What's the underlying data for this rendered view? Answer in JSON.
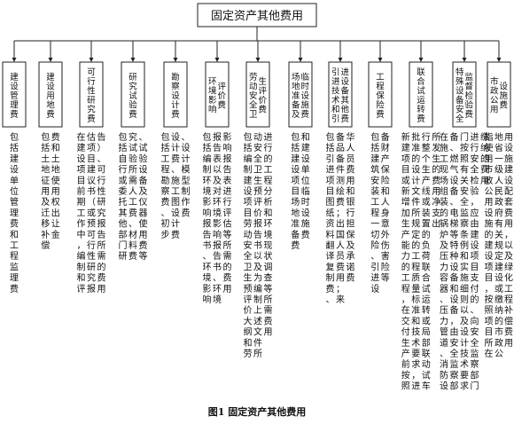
{
  "root": {
    "label": "固定资产其他费用"
  },
  "caption": "图1 固定资产其他费用",
  "categories": [
    {
      "key": "jsgl",
      "label": "建设管理费",
      "desc": [
        [
          "包括建设单位管理费和工程监理费"
        ]
      ]
    },
    {
      "key": "jsyd",
      "label": "建设用地费",
      "desc": [
        [
          "包括土地征用及迁移补偿费和土地使用权出让金"
        ]
      ]
    },
    {
      "key": "kxx",
      "label": "可行性研究费",
      "desc": [
        [
          "在建设项目前期工作中，编制和评估项目建议书（或预可行性研究报告）、可行性研究报告所需的费用"
        ]
      ]
    },
    {
      "key": "yjsy",
      "label": "研究试验费",
      "desc": [
        [
          "包括自行或委托其他部门研究试验所需人工费、材料费、试验设备及仪器使用费等"
        ]
      ]
    },
    {
      "key": "kcsj",
      "label": "勘察设计费",
      "desc": [
        [
          "包括工程勘察费、初步设计费、施工图设计费、设计模型制作费"
        ]
      ]
    },
    {
      "key": "hjyx",
      "label": "环境影响评价费",
      "desc": [
        [
          "包括编制环境影响报告书、环境影响报告表以及对环境影响报告书、环境影响报告表进行评估等所需的费用"
        ]
      ]
    },
    {
      "key": "ldaq",
      "label": "劳动安全卫生评价费",
      "desc": [
        [
          "包括编制建设项目劳动安全卫生预评价大纲和劳动安全卫生预评价报告书以及为编制上述文件所进行的工程分析和环境现状调查等所需费用"
        ]
      ]
    },
    {
      "key": "cdzb",
      "label": "场地准备及临时设施费",
      "desc": [
        [
          "包括建设项目场地准备费和建设单位临时设施费"
        ]
      ]
    },
    {
      "key": "yjjs",
      "label": "引进技术和引进设备其他费",
      "desc": [
        [
          "包括引进项目图纸资料翻译复制费、备品备件测绘费；出国人员费用；来华人员费用和银行担保及承诺费"
        ]
      ]
    },
    {
      "key": "gcbx",
      "label": "工程保险费",
      "desc": [
        [
          "包括建筑安装工程一切险、引进设备财产保险和人身意外伤害险等"
        ]
      ]
    },
    {
      "key": "lhsy",
      "label": "联合试运转费",
      "desc": [
        [
          "新建项目或新增加生产能力的工程，在交付生产前按照批准的设计文件所规定的工程质量标准和技术要求，进行整个生产线或装置的负荷联合试运转或局部联动试车所发生的费用净支出"
        ]
      ]
    },
    {
      "key": "tzsb",
      "label": "特殊设备安全监督检验费",
      "desc": [
        [
          "在施工现场组装的锅炉及压力容器、压力管道、消防设备、燃气设备、电梯等特种设备和设备，由安全监察部门按照有关安全监察条例和实施细则以及设计技术要求进行安全检验，应由建设项目支付的、向安全监察部门缴纳的费用"
        ]
      ]
    },
    {
      "key": "szgy",
      "label": "市政公用设施费",
      "desc": [
        [
          "指使用市政公用设施的建设项目，按照项目所在地省一级人民政府有关规定建设或缴纳的市政公用设施建设配套费用，以及绿化工程补偿费用"
        ]
      ]
    }
  ]
}
